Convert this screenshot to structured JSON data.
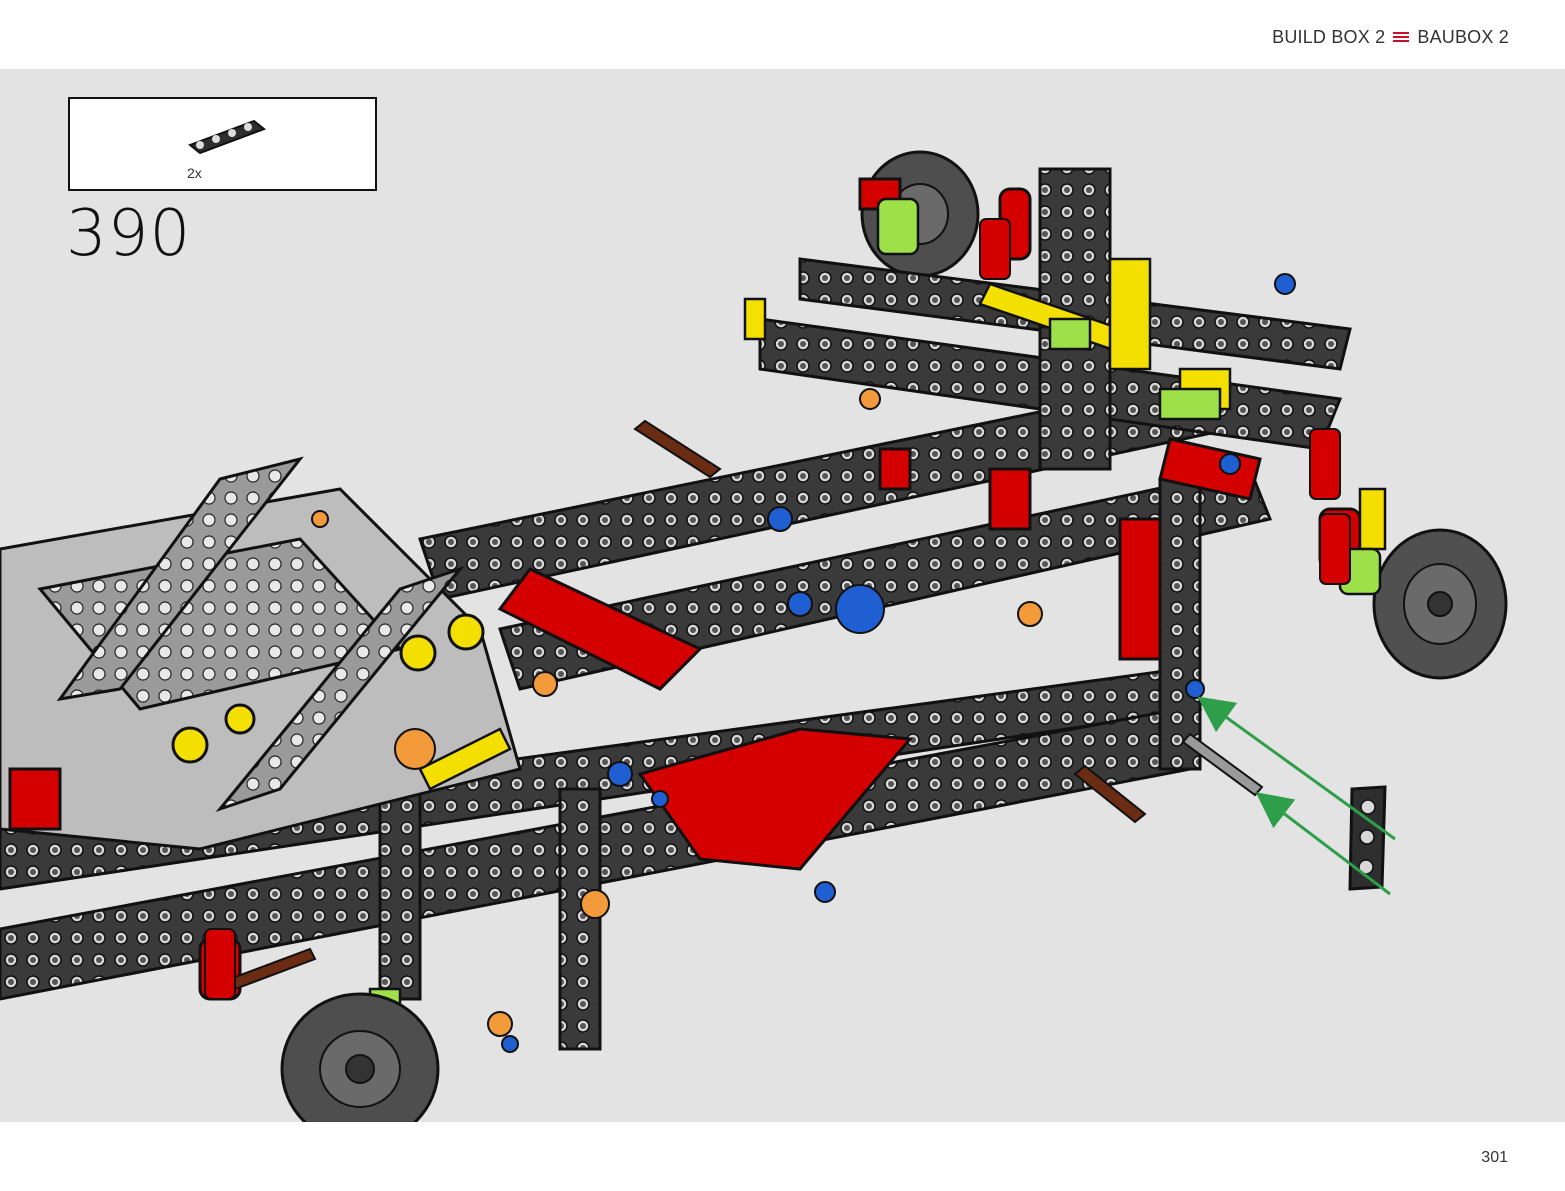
{
  "header": {
    "build_box_en": "BUILD BOX 2",
    "build_box_de": "BAUBOX 2",
    "flag_icon": "flag-icon",
    "accent_color": "#c8102e"
  },
  "parts_callout": {
    "quantity": "2x",
    "part_icon": "technic-beam-icon"
  },
  "step": {
    "number": "390"
  },
  "illustration": {
    "icon": "technic-chassis-illustration",
    "arrow_color": "#2e9e4a"
  },
  "footer": {
    "page_number": "301"
  }
}
